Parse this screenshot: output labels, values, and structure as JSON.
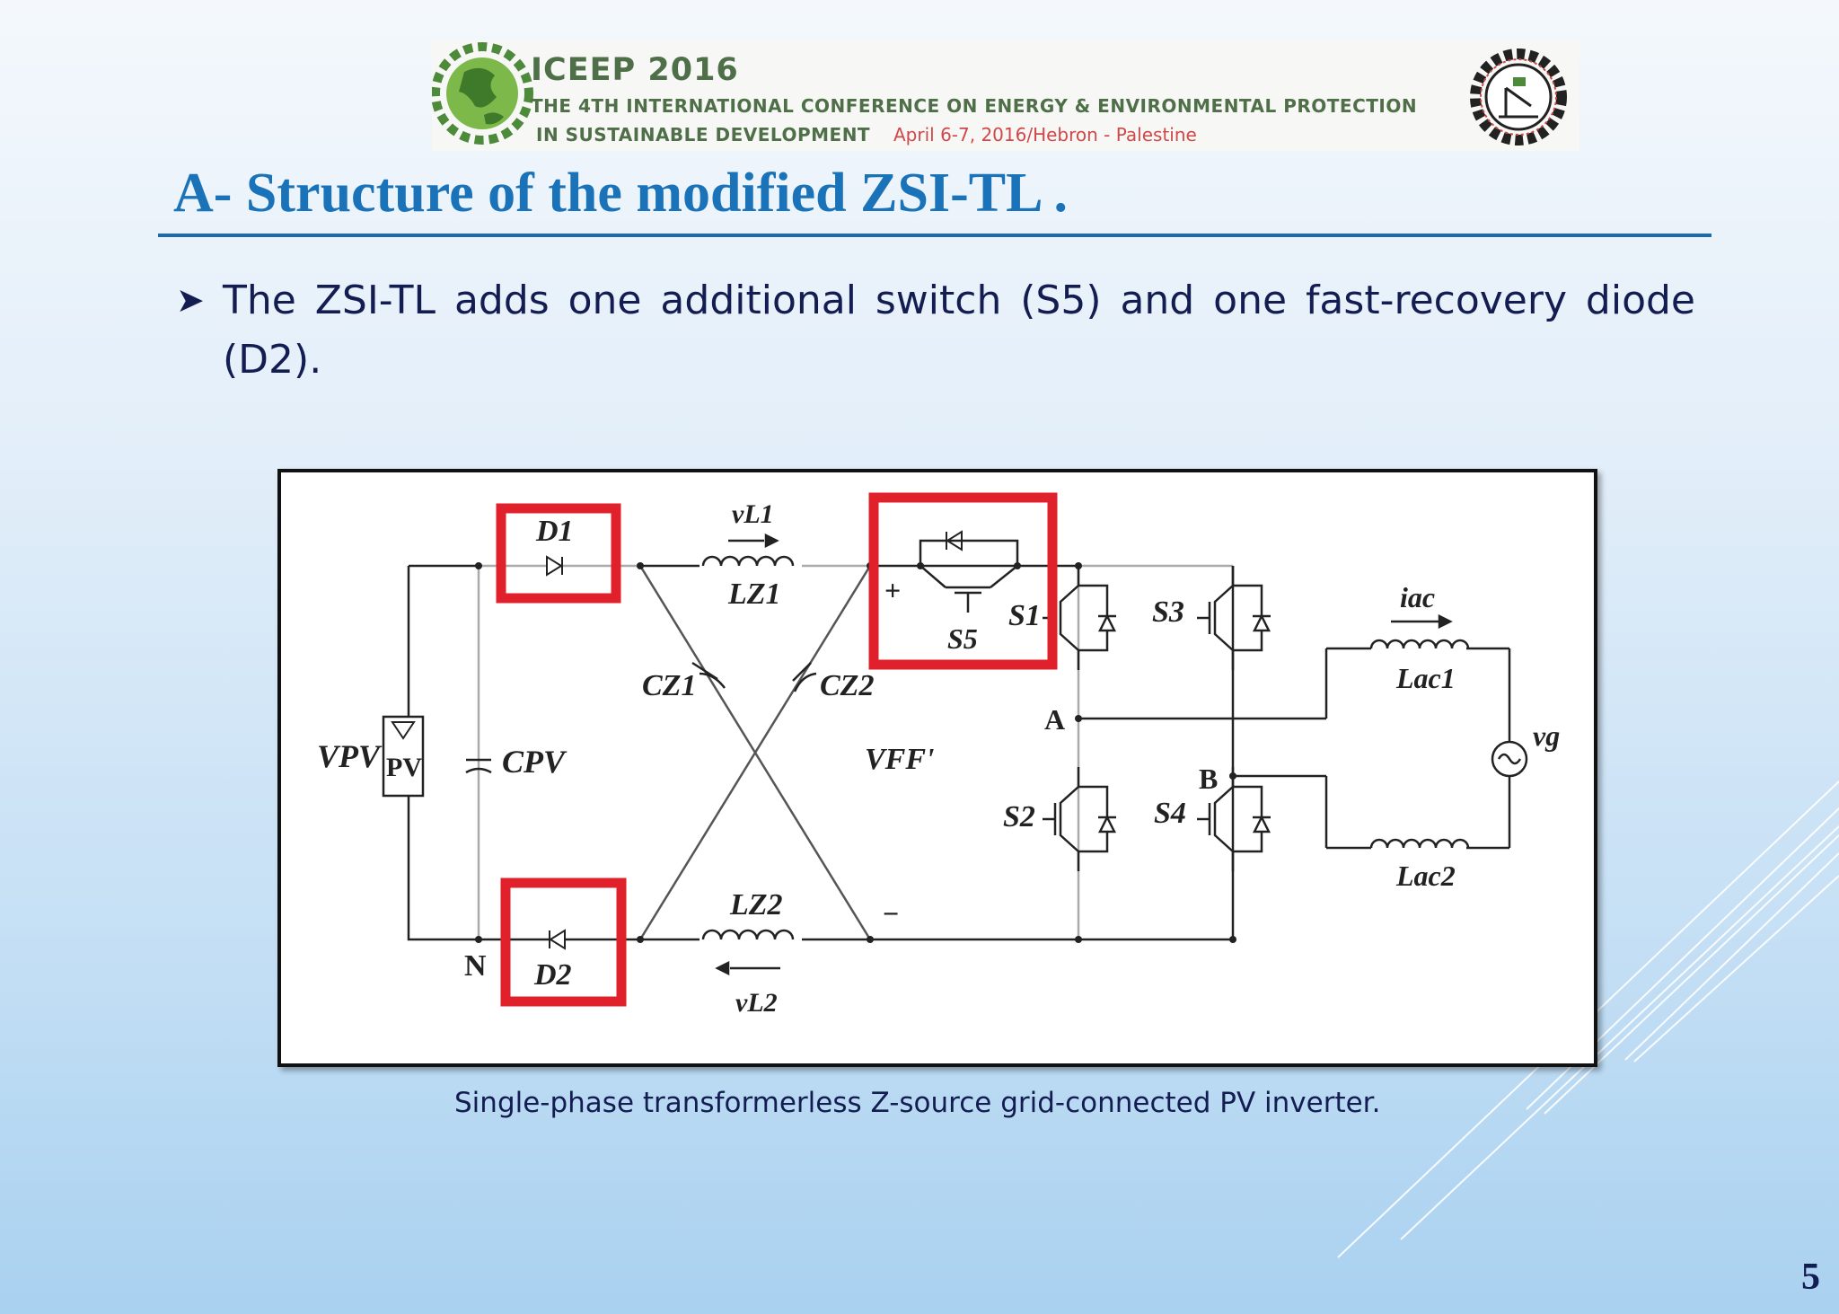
{
  "banner": {
    "title": "ICEEP 2016",
    "line1": "THE 4TH INTERNATIONAL CONFERENCE ON ENERGY & ENVIRONMENTAL PROTECTION",
    "line2": "IN SUSTAINABLE DEVELOPMENT",
    "date": "April  6-7, 2016/Hebron - Palestine",
    "logo_left_icon": "globe-logo-icon",
    "logo_right_icon": "gear-seal-logo-icon"
  },
  "title": "A- Structure of the modified ZSI-TL .",
  "bullet": {
    "icon": "arrow-bullet-icon",
    "text": "The ZSI-TL adds one additional switch (S5) and one fast-recovery diode (D2)."
  },
  "circuit": {
    "labels": {
      "d1": "D1",
      "d2": "D2",
      "vl1": "vL1",
      "vl2": "vL2",
      "lz1": "LZ1",
      "lz2": "LZ2",
      "s5": "S5",
      "s1": "S1",
      "s2": "S2",
      "s3": "S3",
      "s4": "S4",
      "cz1": "CZ1",
      "cz2": "CZ2",
      "vpv": "VPV",
      "pv": "PV",
      "cpv": "CPV",
      "vff": "VFF'",
      "plus": "+",
      "minus": "−",
      "a": "A",
      "b": "B",
      "n": "N",
      "iac": "iac",
      "lac1": "Lac1",
      "lac2": "Lac2",
      "vg": "vg"
    },
    "highlight_color": "#e0202a"
  },
  "caption": "Single-phase transformerless Z-source grid-connected PV  inverter.",
  "page_number": "5",
  "colors": {
    "title": "#1a73b8",
    "text": "#141d52",
    "rule": "#1f6aa5"
  }
}
